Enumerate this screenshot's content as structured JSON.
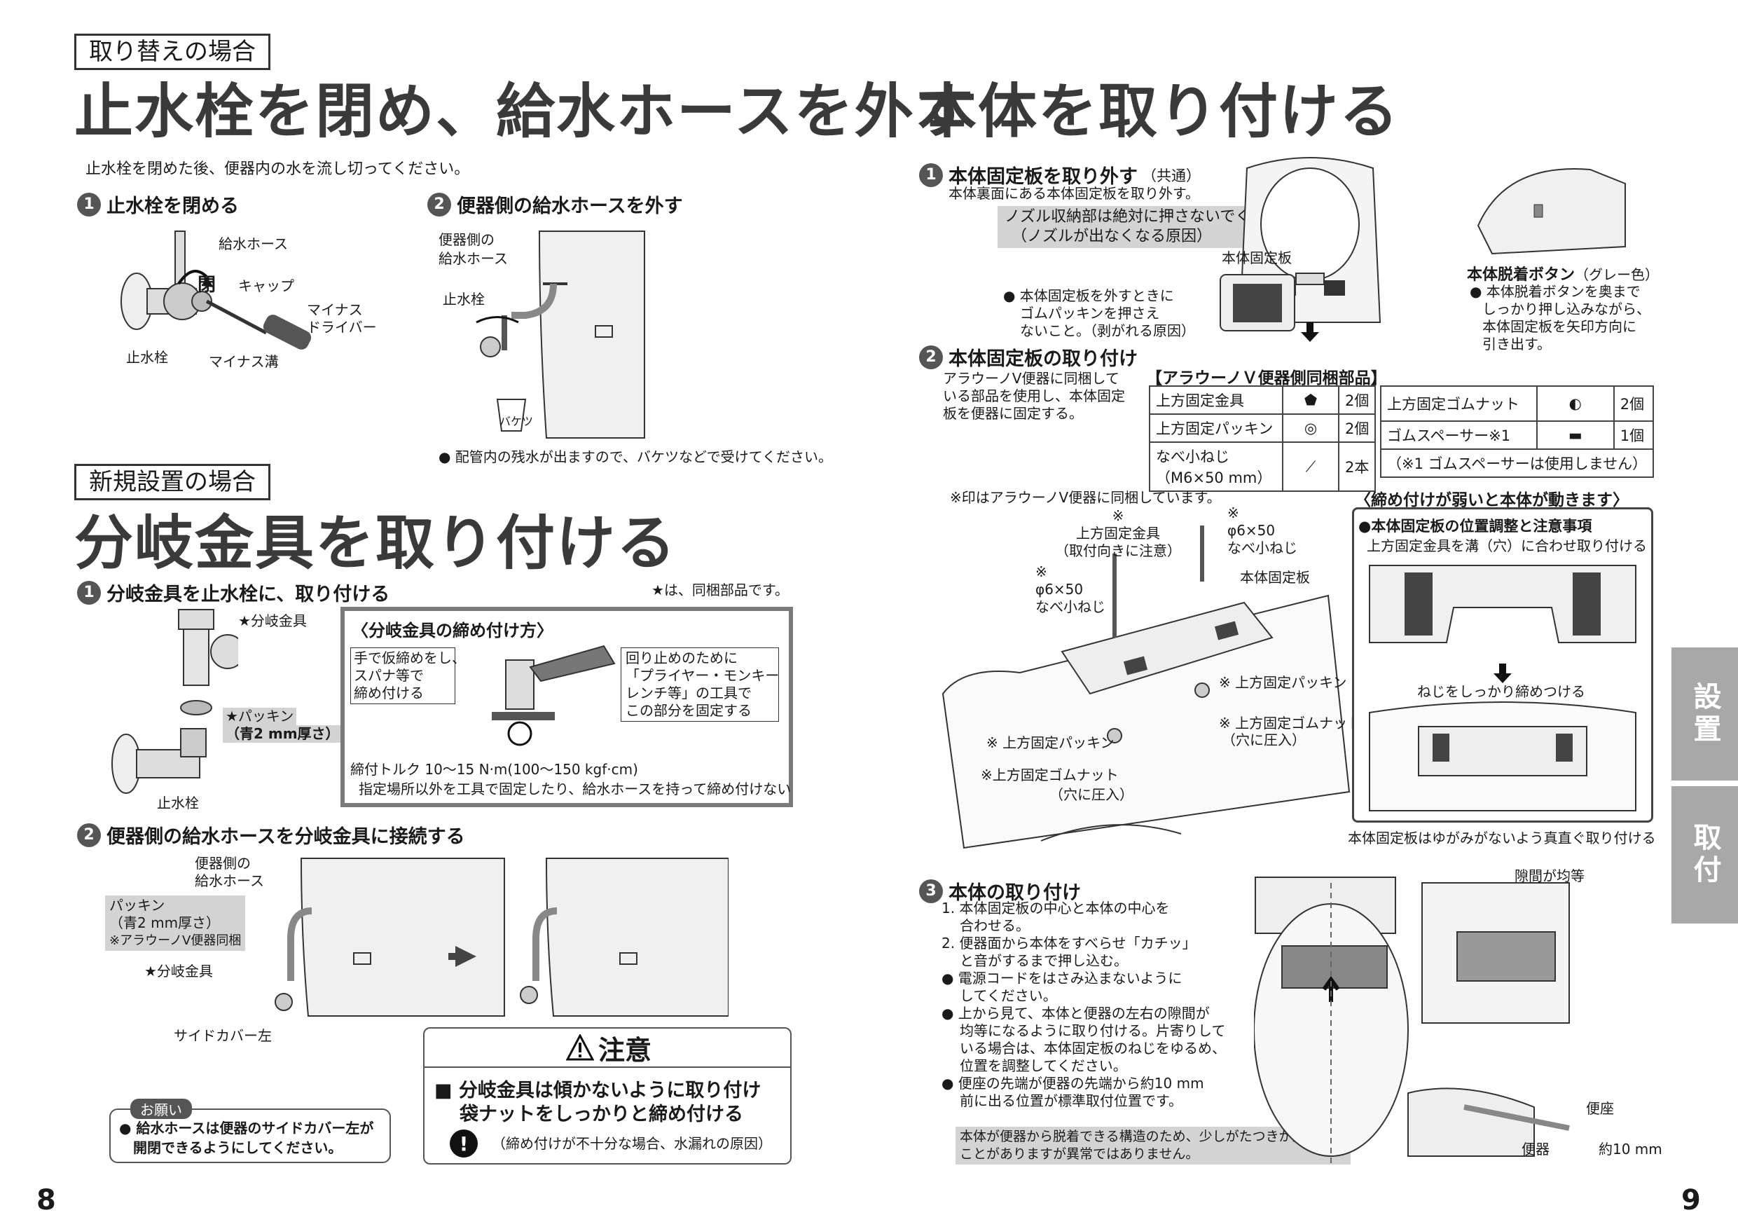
{
  "left": {
    "tag1": "取り替えの場合",
    "title1": "止水栓を閉め、給水ホースを外す",
    "intro": "止水栓を閉めた後、便器内の水を流し切ってください。",
    "step1": {
      "num": "1",
      "label": "止水栓を閉める"
    },
    "step1_labels": {
      "hose": "給水ホース",
      "close": "閉",
      "cap": "キャップ",
      "driver1": "マイナス",
      "driver2": "ドライバー",
      "valve": "止水栓",
      "groove": "マイナス溝"
    },
    "step2": {
      "num": "2",
      "label": "便器側の給水ホースを外す"
    },
    "step2_labels": {
      "hose1": "便器側の",
      "hose2": "給水ホース",
      "valve": "止水栓",
      "bucket": "バケツ"
    },
    "note_bucket": "● 配管内の残水が出ますので、バケツなどで受けてください。",
    "tag2": "新規設置の場合",
    "title2": "分岐金具を取り付ける",
    "step3": {
      "num": "1",
      "label": "分岐金具を止水栓に、取り付ける"
    },
    "star_note": "★は、同梱部品です。",
    "branch_labels": {
      "fitting": "★分岐金具",
      "packing1": "★パッキン",
      "packing2": "（青2 mm厚さ）",
      "valve": "止水栓"
    },
    "panel": {
      "title": "〈分岐金具の締め付け方〉",
      "left_note": [
        "手で仮締めをし、",
        "スパナ等で",
        "締め付ける"
      ],
      "right_note": [
        "回り止めのために",
        "「プライヤー・モンキー",
        "レンチ等」の工具で",
        "この部分を固定する"
      ],
      "torque": "締付トルク 10～15 N·m(100～150 kgf·cm)",
      "warning": "指定場所以外を工具で固定したり、給水ホースを持って締め付けない"
    },
    "step4": {
      "num": "2",
      "label": "便器側の給水ホースを分岐金具に接続する"
    },
    "step4_labels": {
      "hose1": "便器側の",
      "hose2": "給水ホース",
      "packing1": "パッキン",
      "packing2": "（青2 mm厚さ）",
      "packing3": "※アラウーノV便器同梱",
      "fitting": "★分岐金具",
      "cover": "サイドカバー左"
    },
    "request": {
      "badge": "お願い",
      "line1": "● 給水ホースは便器のサイドカバー左が",
      "line2": "開閉できるようにしてください。"
    },
    "caution": {
      "title": "注意",
      "line1": "■ 分岐金具は傾かないように取り付け",
      "line2": "袋ナットをしっかりと締め付ける",
      "reason": "（締め付けが不十分な場合、水漏れの原因）"
    },
    "page_num": "8"
  },
  "right": {
    "title": "本体を取り付ける",
    "s1": {
      "num": "1",
      "label": "本体固定板を取り外す",
      "suffix": "（共通）",
      "desc": "本体裏面にある本体固定板を取り外す。"
    },
    "nozzle_warn1": "ノズル収納部は絶対に押さないでください。",
    "nozzle_warn2": "（ノズルが出なくなる原因）",
    "plate_label": "本体固定板",
    "rubber_note": [
      "● 本体固定板を外すときに",
      "ゴムパッキンを押さえ",
      "ないこと。（剥がれる原因）"
    ],
    "release_button": {
      "title": "本体脱着ボタン",
      "color": "（グレー色）",
      "lines": [
        "● 本体脱着ボタンを奥まで",
        "しっかり押し込みながら、",
        "本体固定板を矢印方向に",
        "引き出す。"
      ]
    },
    "s2": {
      "num": "2",
      "label": "本体固定板の取り付け",
      "desc": [
        "アラウーノV便器に同梱して",
        "いる部品を使用し、本体固定",
        "板を便器に固定する。"
      ]
    },
    "parts_title": "【アラウーノＶ便器側同梱部品】",
    "parts": [
      {
        "name": "上方固定金具",
        "qty": "2個"
      },
      {
        "name": "上方固定パッキン",
        "qty": "2個"
      },
      {
        "name": "なべ小ねじ（M6×50 mm）",
        "qty": "2本"
      }
    ],
    "parts_right": [
      {
        "name": "上方固定ゴムナット",
        "qty": "2個"
      },
      {
        "name": "ゴムスペーサー※1",
        "qty": "1個"
      }
    ],
    "parts_footnote": "（※1 ゴムスペーサーは使用しません）",
    "mark_note": "※印はアラウーノV便器に同梱しています。",
    "exploded": {
      "bracket": [
        "※",
        "上方固定金具",
        "（取付向きに注意）"
      ],
      "screw_a": [
        "※",
        "φ6×50",
        "なべ小ねじ"
      ],
      "screw_b": [
        "※",
        "φ6×50",
        "なべ小ねじ"
      ],
      "plate": "本体固定板",
      "packing_r": "※ 上方固定パッキン",
      "nut_r": "※ 上方固定ゴムナット",
      "nut_r2": "（穴に圧入）",
      "packing_l": "※ 上方固定パッキン",
      "nut_l": "※上方固定ゴムナット",
      "nut_l2": "（穴に圧入）"
    },
    "loose_title": "〈締め付けが弱いと本体が動きます〉",
    "adjust": {
      "title": "●本体固定板の位置調整と注意事項",
      "sub": "上方固定金具を溝（穴）に合わせ取り付ける",
      "tighten": "ねじをしっかり締めつける",
      "bottom": "本体固定板はゆがみがないよう真直ぐ取り付ける"
    },
    "s3": {
      "num": "3",
      "label": "本体の取り付け"
    },
    "s3_lines": [
      "1. 本体固定板の中心と本体の中心を",
      "合わせる。",
      "2. 便器面から本体をすべらせ「カチッ」",
      "と音がするまで押し込む。",
      "● 電源コードをはさみ込まないように",
      "してください。",
      "● 上から見て、本体と便器の左右の隙間が",
      "均等になるように取り付ける。片寄りして",
      "いる場合は、本体固定板のねじをゆるめ、",
      "位置を調整してください。",
      "● 便座の先端が便器の先端から約10 mm",
      "前に出る位置が標準取付位置です。"
    ],
    "s3_note1": "本体が便器から脱着できる構造のため、少しがたつきが生じる",
    "s3_note2": "ことがありますが異常ではありません。",
    "gap_label": "隙間が均等",
    "seat_label": "便座",
    "bowl_label": "便器",
    "approx": "約10 mm",
    "tab1": "設置",
    "tab2": "取付",
    "page_num": "9"
  }
}
